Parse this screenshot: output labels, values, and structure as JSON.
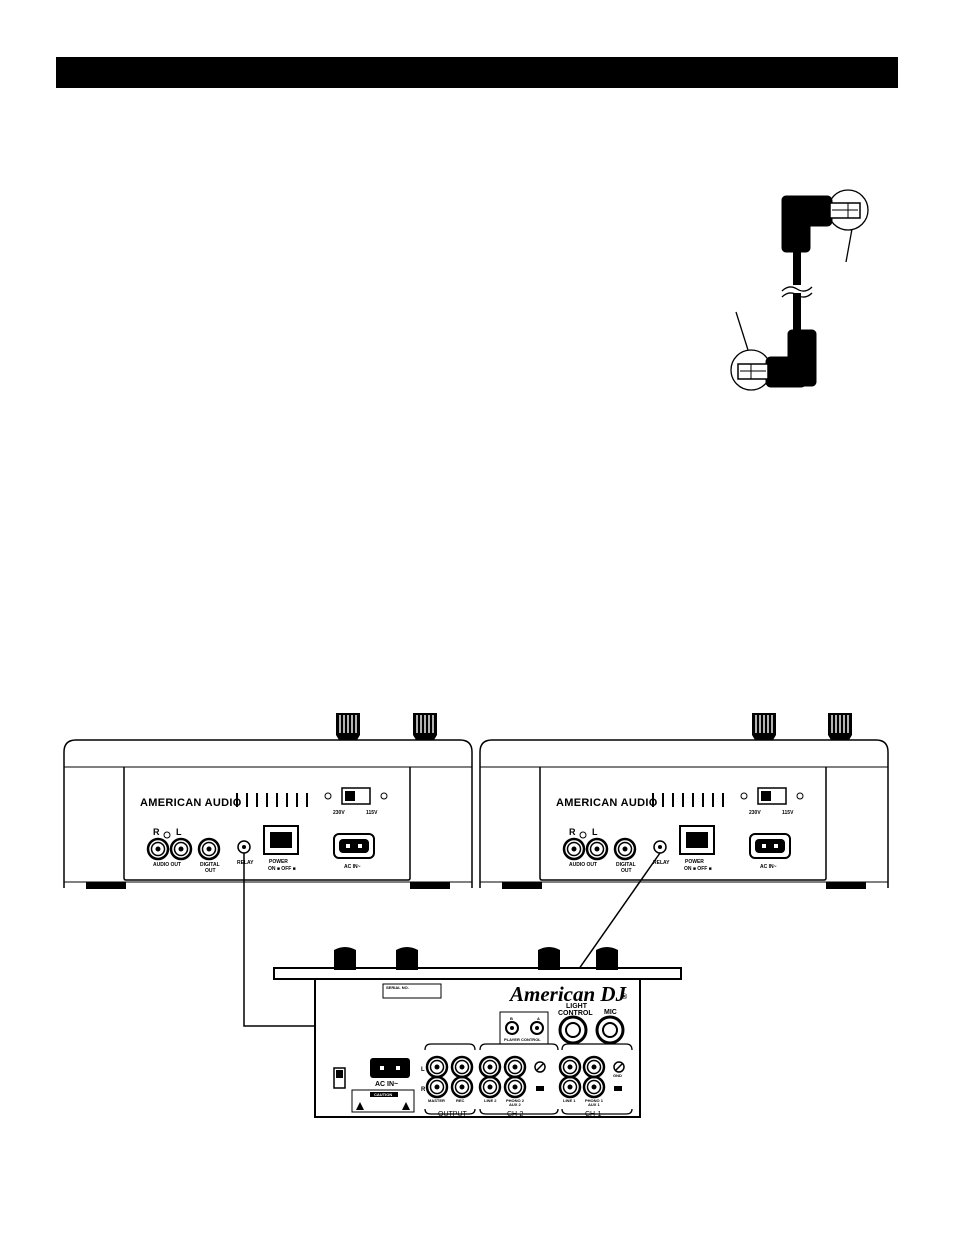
{
  "players": {
    "brand": "AMERICAN AUDIO",
    "volt_left": "230V",
    "volt_right": "115V",
    "jack_r": "R",
    "jack_l": "L",
    "audio_out": "AUDIO OUT",
    "digital_out_1": "DIGITAL",
    "digital_out_2": "OUT",
    "relay": "RELAY",
    "power": "POWER",
    "power_state": "ON ■ OFF ■",
    "ac_in": "AC IN~"
  },
  "mixer": {
    "brand": "American DJ",
    "registered": "®",
    "serial": "SERIAL NO.",
    "light_control_1": "LIGHT",
    "light_control_2": "CONTROL",
    "mic": "MIC",
    "player_b": "B",
    "player_a": "A",
    "player_control": "PLAYER CONTROL",
    "ac_in": "AC IN~",
    "caution": "CAUTION",
    "l": "L",
    "r": "R",
    "master": "MASTER",
    "rec": "REC",
    "output": "OUTPUT",
    "line2": "LINE 2",
    "phono2_1": "PHONO 2",
    "phono2_2": "AUX 2",
    "ch2": "CH-2",
    "line1": "LINE 1",
    "phono1_1": "PHONO 1",
    "phono1_2": "AUX 1",
    "ch1": "CH-1",
    "gnd": "GND"
  }
}
